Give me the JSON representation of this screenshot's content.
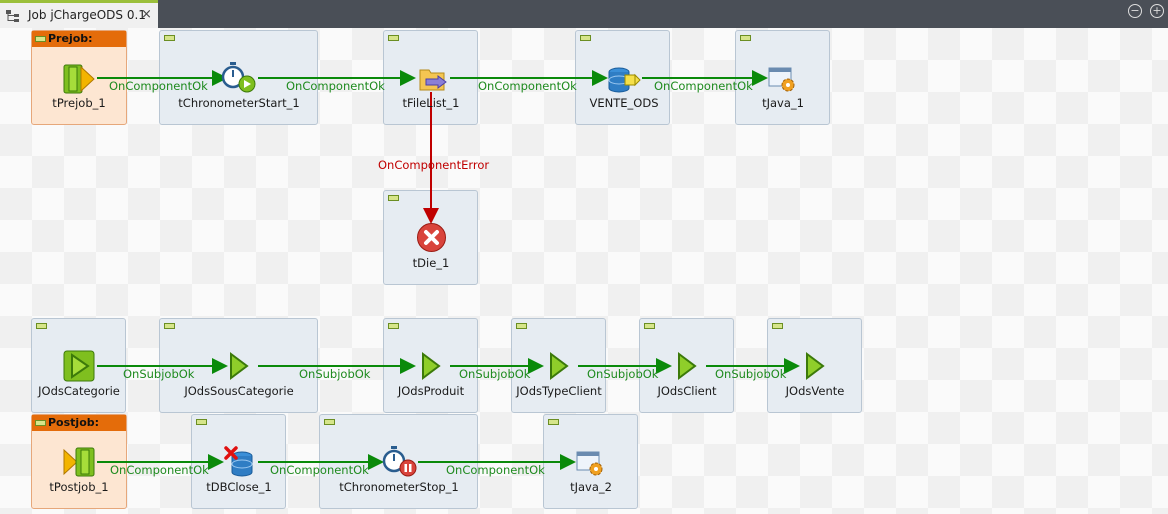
{
  "tab": {
    "label": "Job jChargeODS 0.1",
    "close": "×"
  },
  "window": {
    "minimize": "−",
    "maximize": "+"
  },
  "subjobs": {
    "prejob": "Prejob:",
    "postjob": "Postjob:"
  },
  "components": {
    "tPrejob": "tPrejob_1",
    "tChronometerStart": "tChronometerStart_1",
    "tFileList": "tFileList_1",
    "venteOds": "VENTE_ODS",
    "tJava1": "tJava_1",
    "tDie": "tDie_1",
    "jOdsCategorie": "JOdsCategorie",
    "jOdsSousCategorie": "JOdsSousCategorie",
    "jOdsProduit": "JOdsProduit",
    "jOdsTypeClient": "JOdsTypeClient",
    "jOdsClient": "JOdsClient",
    "jOdsVente": "JOdsVente",
    "tPostjob": "tPostjob_1",
    "tDBClose": "tDBClose_1",
    "tChronometerStop": "tChronometerStop_1",
    "tJava2": "tJava_2"
  },
  "links": {
    "ok": "OnComponentOk",
    "error": "OnComponentError",
    "subjob": "OnSubjobOk"
  },
  "colors": {
    "ok": "#1e8a1e",
    "error": "#c00000",
    "accent": "#e46c0a"
  }
}
